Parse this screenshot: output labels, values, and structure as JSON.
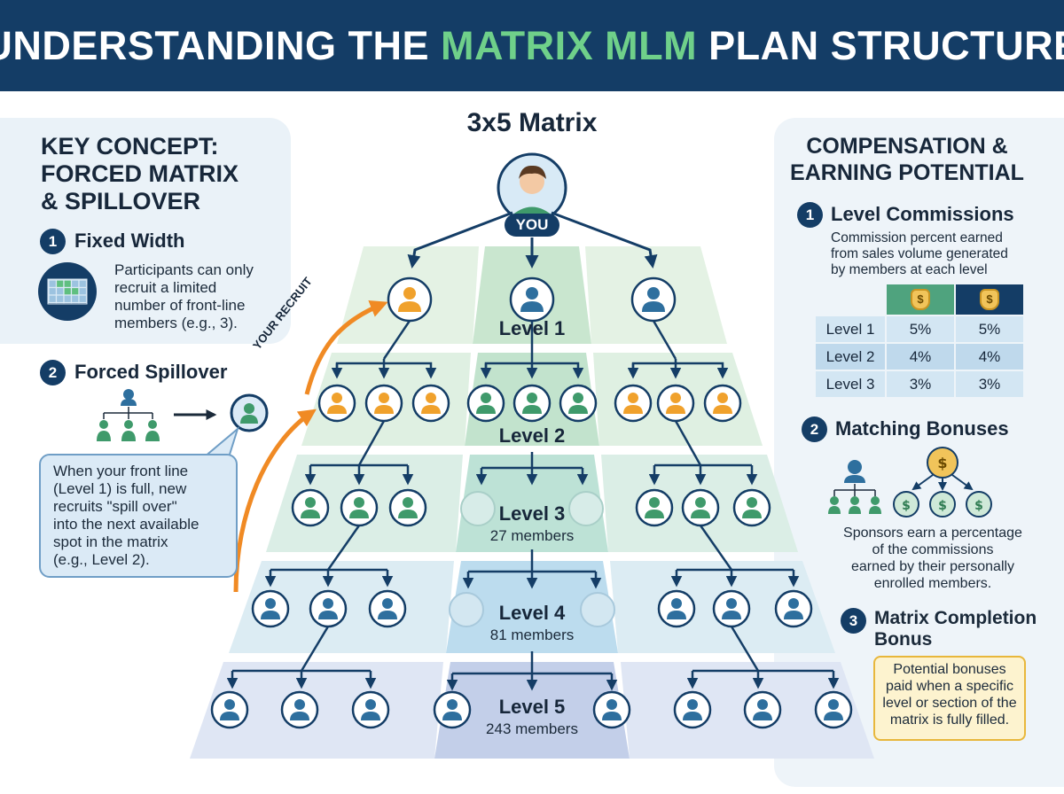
{
  "header": {
    "title_pre": "UNDERSTANDING THE ",
    "title_accent": "MATRIX MLM",
    "title_post": " PLAN STRUCTURE"
  },
  "colors": {
    "navy": "#143d66",
    "accent_green": "#6fd08a",
    "person_orange": "#f0a12c",
    "person_green": "#3f9a6b",
    "person_blue": "#2e6f9e",
    "arrow_orange": "#f08a24"
  },
  "left_panel": {
    "key_concept_title": [
      "KEY CONCEPT:",
      "FORCED MATRIX",
      "& SPILLOVER"
    ],
    "step1": {
      "number": "1",
      "title": "Fixed Width",
      "icon": "grid-icon",
      "text": [
        "Participants can only",
        "recruit a limited",
        "number of front-line",
        "members (e.g., 3)."
      ]
    },
    "step2": {
      "number": "2",
      "title": "Forced Spillover",
      "icon": "org-chart-icon",
      "text": [
        "When your front line",
        "(Level 1) is full, new",
        "recruits \"spill over\"",
        "into the next available",
        "spot in the matrix",
        "(e.g., Level 2)."
      ]
    },
    "your_recruit_label": "YOUR RECRUIT"
  },
  "matrix": {
    "title": "3x5 Matrix",
    "you_label": "YOU",
    "levels": [
      {
        "label": "Level 1",
        "members": ""
      },
      {
        "label": "Level 2",
        "members": ""
      },
      {
        "label": "Level 3",
        "members": "27 members"
      },
      {
        "label": "Level 4",
        "members": "81 members"
      },
      {
        "label": "Level 5",
        "members": "243 members"
      }
    ]
  },
  "right_panel": {
    "title": [
      "COMPENSATION &",
      "EARNING POTENTIAL"
    ],
    "level_commissions": {
      "number": "1",
      "title": "Level Commissions",
      "text": [
        "Commission percent earned",
        "from sales volume generated",
        "by members at each level"
      ],
      "coin_symbol": "$",
      "rows": [
        {
          "level": "Level 1",
          "a": "5%",
          "b": "5%"
        },
        {
          "level": "Level 2",
          "a": "4%",
          "b": "4%"
        },
        {
          "level": "Level 3",
          "a": "3%",
          "b": "3%"
        }
      ]
    },
    "matching_bonuses": {
      "number": "2",
      "title": "Matching Bonuses",
      "text": [
        "Sponsors earn a percentage",
        "of the commissions",
        "earned by their personally",
        "enrolled members."
      ]
    },
    "completion_bonus": {
      "number": "3",
      "title": [
        "Matrix Completion",
        "Bonus"
      ],
      "text": [
        "Potential bonuses",
        "paid when a specific",
        "level or section of the",
        "matrix is fully filled."
      ]
    }
  }
}
